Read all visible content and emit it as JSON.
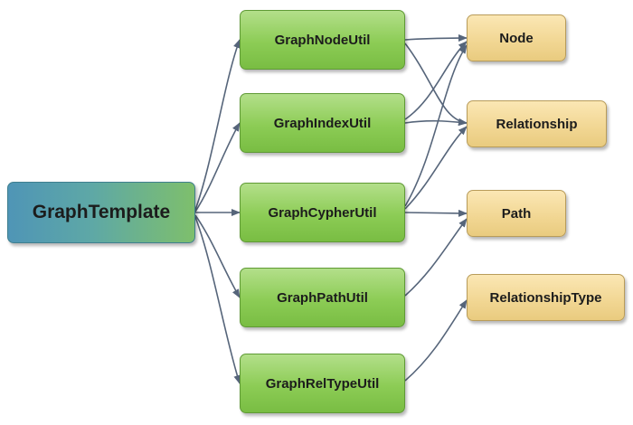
{
  "diagram": {
    "root": "GraphTemplate",
    "utils": [
      "GraphNodeUtil",
      "GraphIndexUtil",
      "GraphCypherUtil",
      "GraphPathUtil",
      "GraphRelTypeUtil"
    ],
    "entities": [
      "Node",
      "Relationship",
      "Path",
      "RelationshipType"
    ],
    "colors": {
      "util_fill": "#8ccc55",
      "entity_fill": "#f1d692",
      "root_fill_start": "#4f95b6",
      "root_fill_end": "#7ebf6c",
      "arrow": "#56657a"
    }
  }
}
